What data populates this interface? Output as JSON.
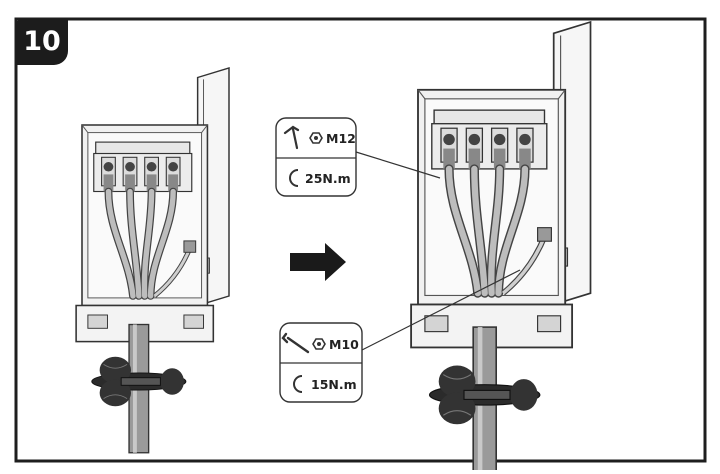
{
  "step": {
    "number": "10"
  },
  "callouts": [
    {
      "tool": "socket-wrench",
      "bolt": "M12",
      "torque": "25N.m"
    },
    {
      "tool": "open-wrench",
      "bolt": "M10",
      "torque": "15N.m"
    }
  ],
  "colors": {
    "frame": "#1e1e1e",
    "badge": "#1c1c1c",
    "line": "#333333",
    "box_fill": "#f1f1f1",
    "cable_fill": "#bdbdbd",
    "arrow": "#1a1a1a"
  },
  "icons": [
    "socket-wrench-icon",
    "open-wrench-icon",
    "nut-icon",
    "torque-rotate-icon",
    "right-arrow-icon"
  ]
}
